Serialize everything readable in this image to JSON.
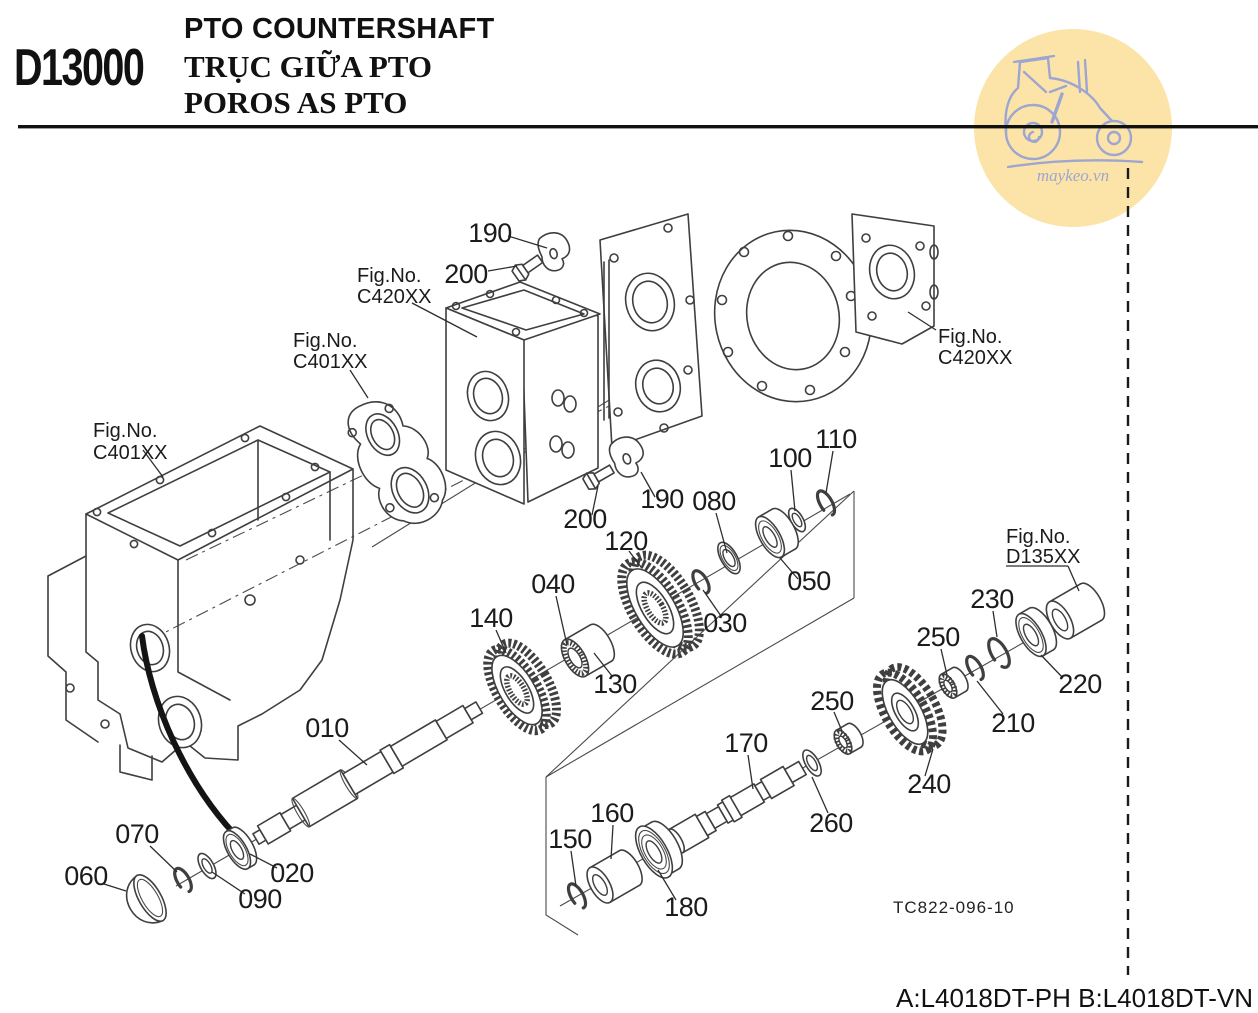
{
  "header": {
    "code": "D13000",
    "title_line1": "PTO COUNTERSHAFT",
    "title_line2": "TRỤC GIỮA PTO",
    "title_line3": "POROS AS PTO"
  },
  "watermark": {
    "site": "maykeo.vn",
    "circle_color": "#fce4a8",
    "art_color": "#98a2d4"
  },
  "fig_refs": {
    "c420_top": {
      "line1": "Fig.No.",
      "line2": "C420XX"
    },
    "c401_mid": {
      "line1": "Fig.No.",
      "line2": "C401XX"
    },
    "c401_left": {
      "line1": "Fig.No.",
      "line2": "C401XX"
    },
    "c420_right": {
      "line1": "Fig.No.",
      "line2": "C420XX"
    },
    "d135": {
      "line1": "Fig.No.",
      "line2": "D135XX"
    }
  },
  "part_labels": {
    "p010": "010",
    "p020": "020",
    "p030": "030",
    "p040": "040",
    "p050": "050",
    "p060": "060",
    "p070": "070",
    "p080": "080",
    "p090": "090",
    "p100": "100",
    "p110": "110",
    "p120": "120",
    "p130": "130",
    "p140": "140",
    "p150": "150",
    "p160": "160",
    "p170": "170",
    "p180": "180",
    "p190a": "190",
    "p190b": "190",
    "p200a": "200",
    "p200b": "200",
    "p210": "210",
    "p220": "220",
    "p230": "230",
    "p240": "240",
    "p250a": "250",
    "p250b": "250",
    "p260": "260"
  },
  "footer": {
    "drawing_no": "TC822-096-10",
    "models": "A:L4018DT-PH B:L4018DT-VN"
  }
}
